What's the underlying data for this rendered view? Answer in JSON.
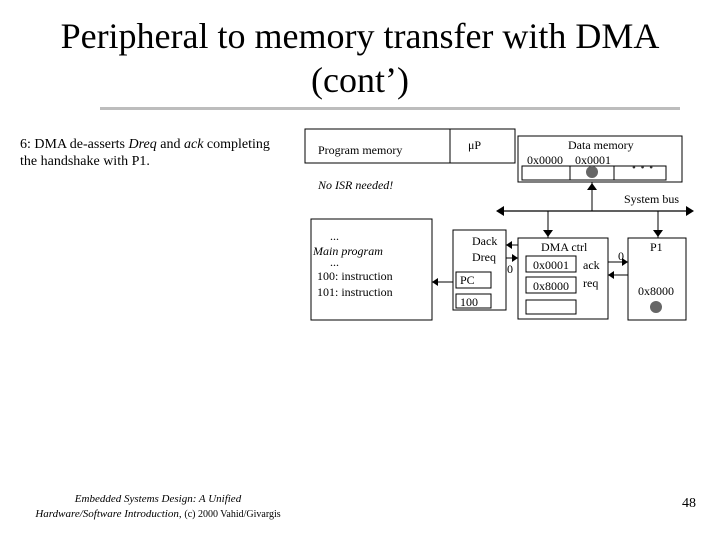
{
  "slide": {
    "title_line1": "Peripheral to memory transfer with DMA",
    "title_line2": "(cont’)",
    "step_num": "6:",
    "step_a": " DMA de-asserts ",
    "step_dreq": "Dreq",
    "step_b": " and ",
    "step_ack": "ack",
    "step_c": " completing the handshake with P1.",
    "footer_line1": "Embedded Systems Design: A Unified",
    "footer_line2": "Hardware/Software Introduction,",
    "footer_copy": "(c) 2000 Vahid/Givargis",
    "page_number": "48"
  },
  "diagram": {
    "program_memory_label": "Program memory",
    "up_label": "μP",
    "data_memory_label": "Data memory",
    "addr_0000": "0x0000",
    "addr_0001": "0x0001",
    "no_isr": "No ISR needed!",
    "system_bus": "System bus",
    "ellipsis": "...",
    "main_program": "Main program",
    "ellipsis2": "...",
    "instr_100": "100:  instruction",
    "instr_101": "101:  instruction",
    "dack": "Dack",
    "dreq": "Dreq",
    "pc": "PC",
    "pc_value": "100",
    "dma_ctrl": "DMA ctrl",
    "dma_reg1": "0x0001",
    "dma_ack": "ack",
    "dma_reg2": "0x8000",
    "dma_req": "req",
    "zero_left": "0",
    "zero_right": "0",
    "p1_label": "P1",
    "p1_reg": "0x8000",
    "dots": "• • •"
  }
}
